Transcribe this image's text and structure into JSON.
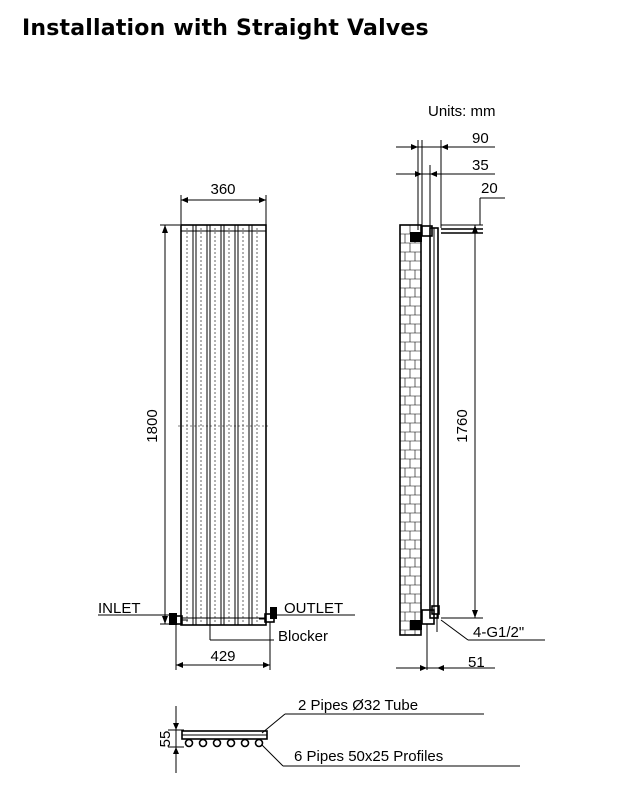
{
  "title": "Installation with Straight Valves",
  "units": "Units: mm",
  "front_view": {
    "width": "360",
    "height": "1800",
    "inlet": "INLET",
    "outlet": "OUTLET",
    "blocker": "Blocker",
    "pipe_centres": "429"
  },
  "side_view": {
    "depth_90": "90",
    "depth_35": "35",
    "depth_20": "20",
    "bracket_span": "1760",
    "connections": "4-G1/2\"",
    "valve_offset": "51"
  },
  "section": {
    "depth": "55",
    "tube_spec": "2 Pipes Ø32  Tube",
    "profile_spec": "6 Pipes 50x25   Profiles"
  }
}
